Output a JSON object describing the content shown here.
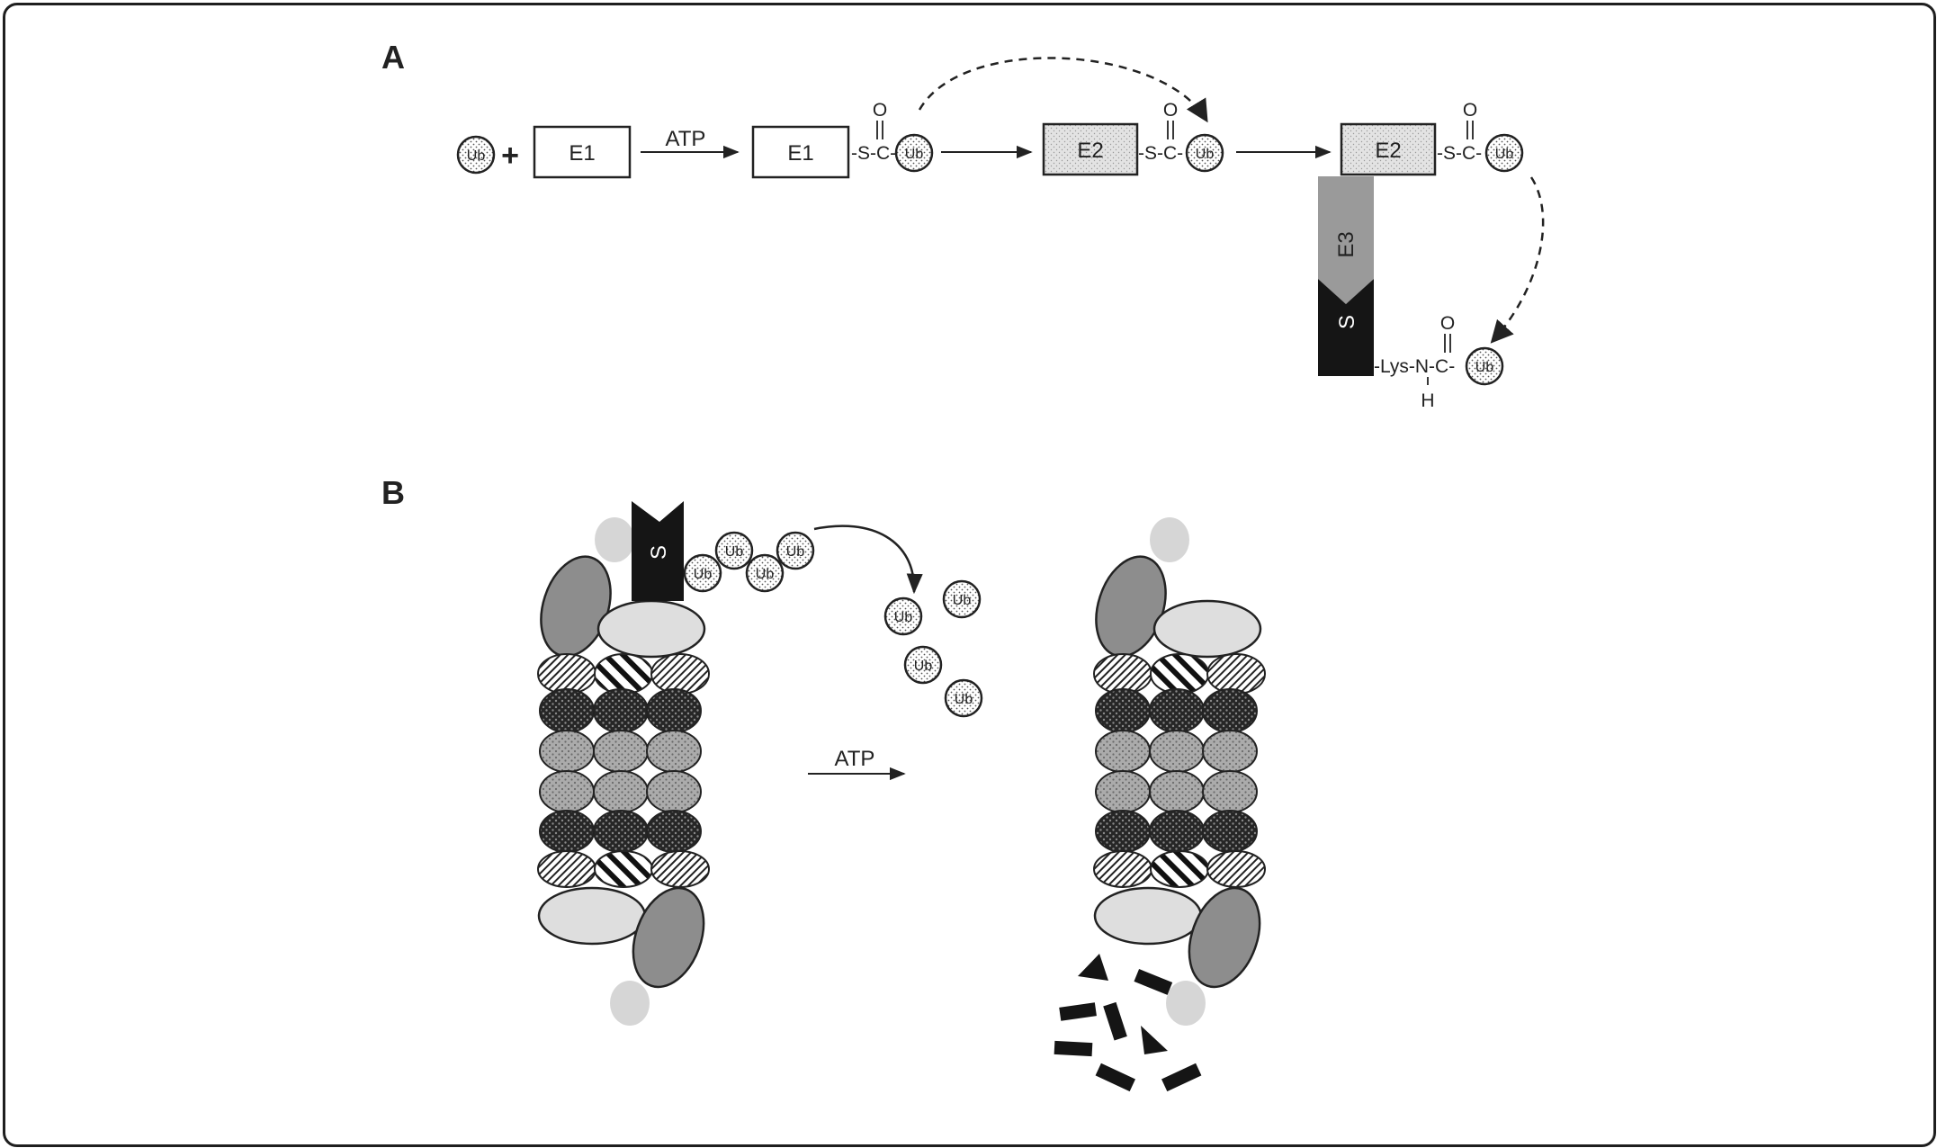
{
  "panels": {
    "a": {
      "label": "A"
    },
    "b": {
      "label": "B"
    }
  },
  "enzymes": {
    "e1": "E1",
    "e2": "E2",
    "e3": "E3",
    "substrate": "S"
  },
  "reaction": {
    "plus": "+",
    "atp": "ATP",
    "thioester": "-S-C-",
    "carbonyl_o": "O",
    "isopeptide": "-Lys-N-C-",
    "amide_h": "H"
  },
  "ubiquitin_label": "Ub",
  "panel_b": {
    "atp": "ATP"
  },
  "colors": {
    "frame": "#1f1f1f",
    "ink": "#222222",
    "e2_fill": "#e3e3e3",
    "e3_fill": "#9a9a9a",
    "substrate_fill": "#151515",
    "cap_dark": "#8d8d8d",
    "cap_light": "#dedede",
    "alpha_ring": "#aaaaaa",
    "beta_ring": "#2b2b2b"
  }
}
